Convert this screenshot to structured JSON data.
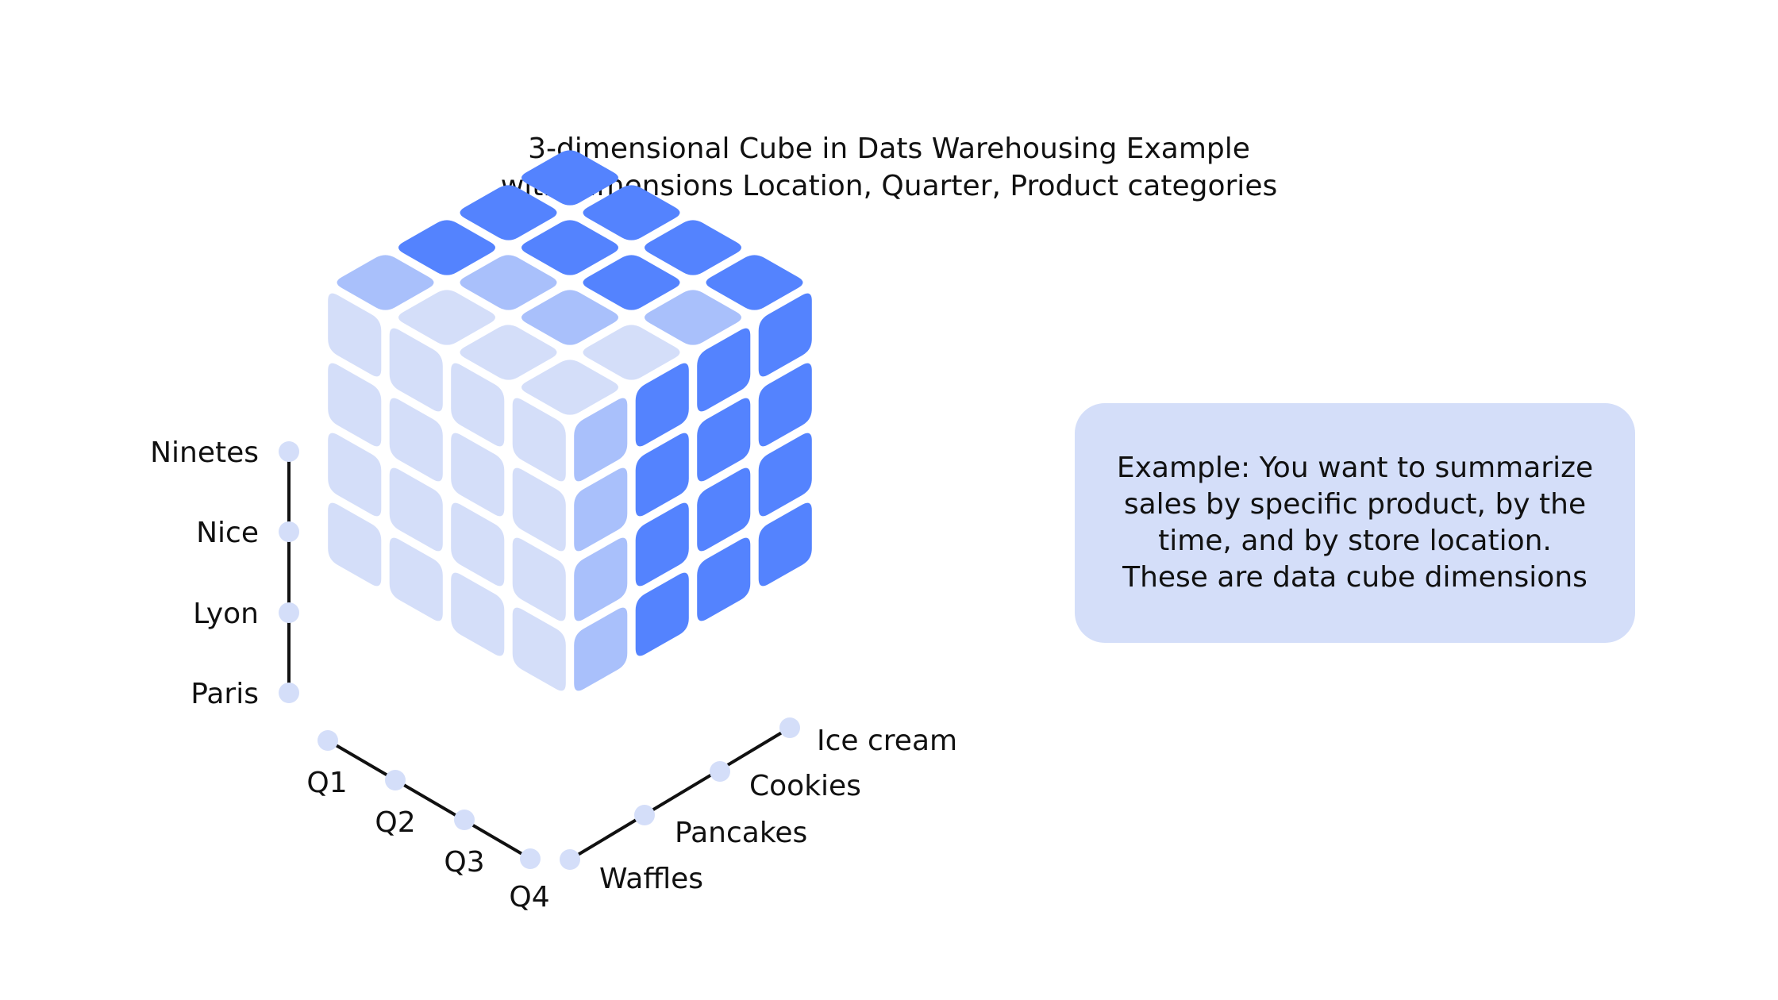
{
  "title": {
    "line1": "3-dimensional Cube in Dats Warehousing Example",
    "line2": "with dimensions Location, Quarter, Product categories"
  },
  "example": {
    "line1": "Example: You want to summarize",
    "line2": "sales by specific product, by the",
    "line3": "time, and by store location.",
    "line4": "These are data cube dimensions"
  },
  "dimensions": {
    "location": [
      "Ninetes",
      "Nice",
      "Lyon",
      "Paris"
    ],
    "quarter": [
      "Q1",
      "Q2",
      "Q3",
      "Q4"
    ],
    "product": [
      "Waffles",
      "Pancakes",
      "Cookies",
      "Ice cream"
    ]
  },
  "colors": {
    "light": "#d4def9",
    "medium": "#a9c0fb",
    "dark": "#5483fe",
    "axis": "#111111",
    "dot": "#d4def9",
    "box": "#d4def9"
  },
  "cube": {
    "top_shades": [
      [
        "dark",
        "dark",
        "dark",
        "dark"
      ],
      [
        "medium",
        "dark",
        "dark",
        "dark"
      ],
      [
        "light",
        "medium",
        "medium",
        "dark"
      ],
      [
        "light",
        "light",
        "light",
        "medium"
      ]
    ],
    "front_shades": [
      [
        "light",
        "light",
        "light",
        "light"
      ],
      [
        "light",
        "light",
        "light",
        "light"
      ],
      [
        "light",
        "light",
        "light",
        "light"
      ],
      [
        "light",
        "light",
        "light",
        "light"
      ]
    ],
    "right_shades": [
      [
        "medium",
        "dark",
        "dark",
        "dark"
      ],
      [
        "medium",
        "dark",
        "dark",
        "dark"
      ],
      [
        "medium",
        "dark",
        "dark",
        "dark"
      ],
      [
        "medium",
        "dark",
        "dark",
        "dark"
      ]
    ]
  }
}
